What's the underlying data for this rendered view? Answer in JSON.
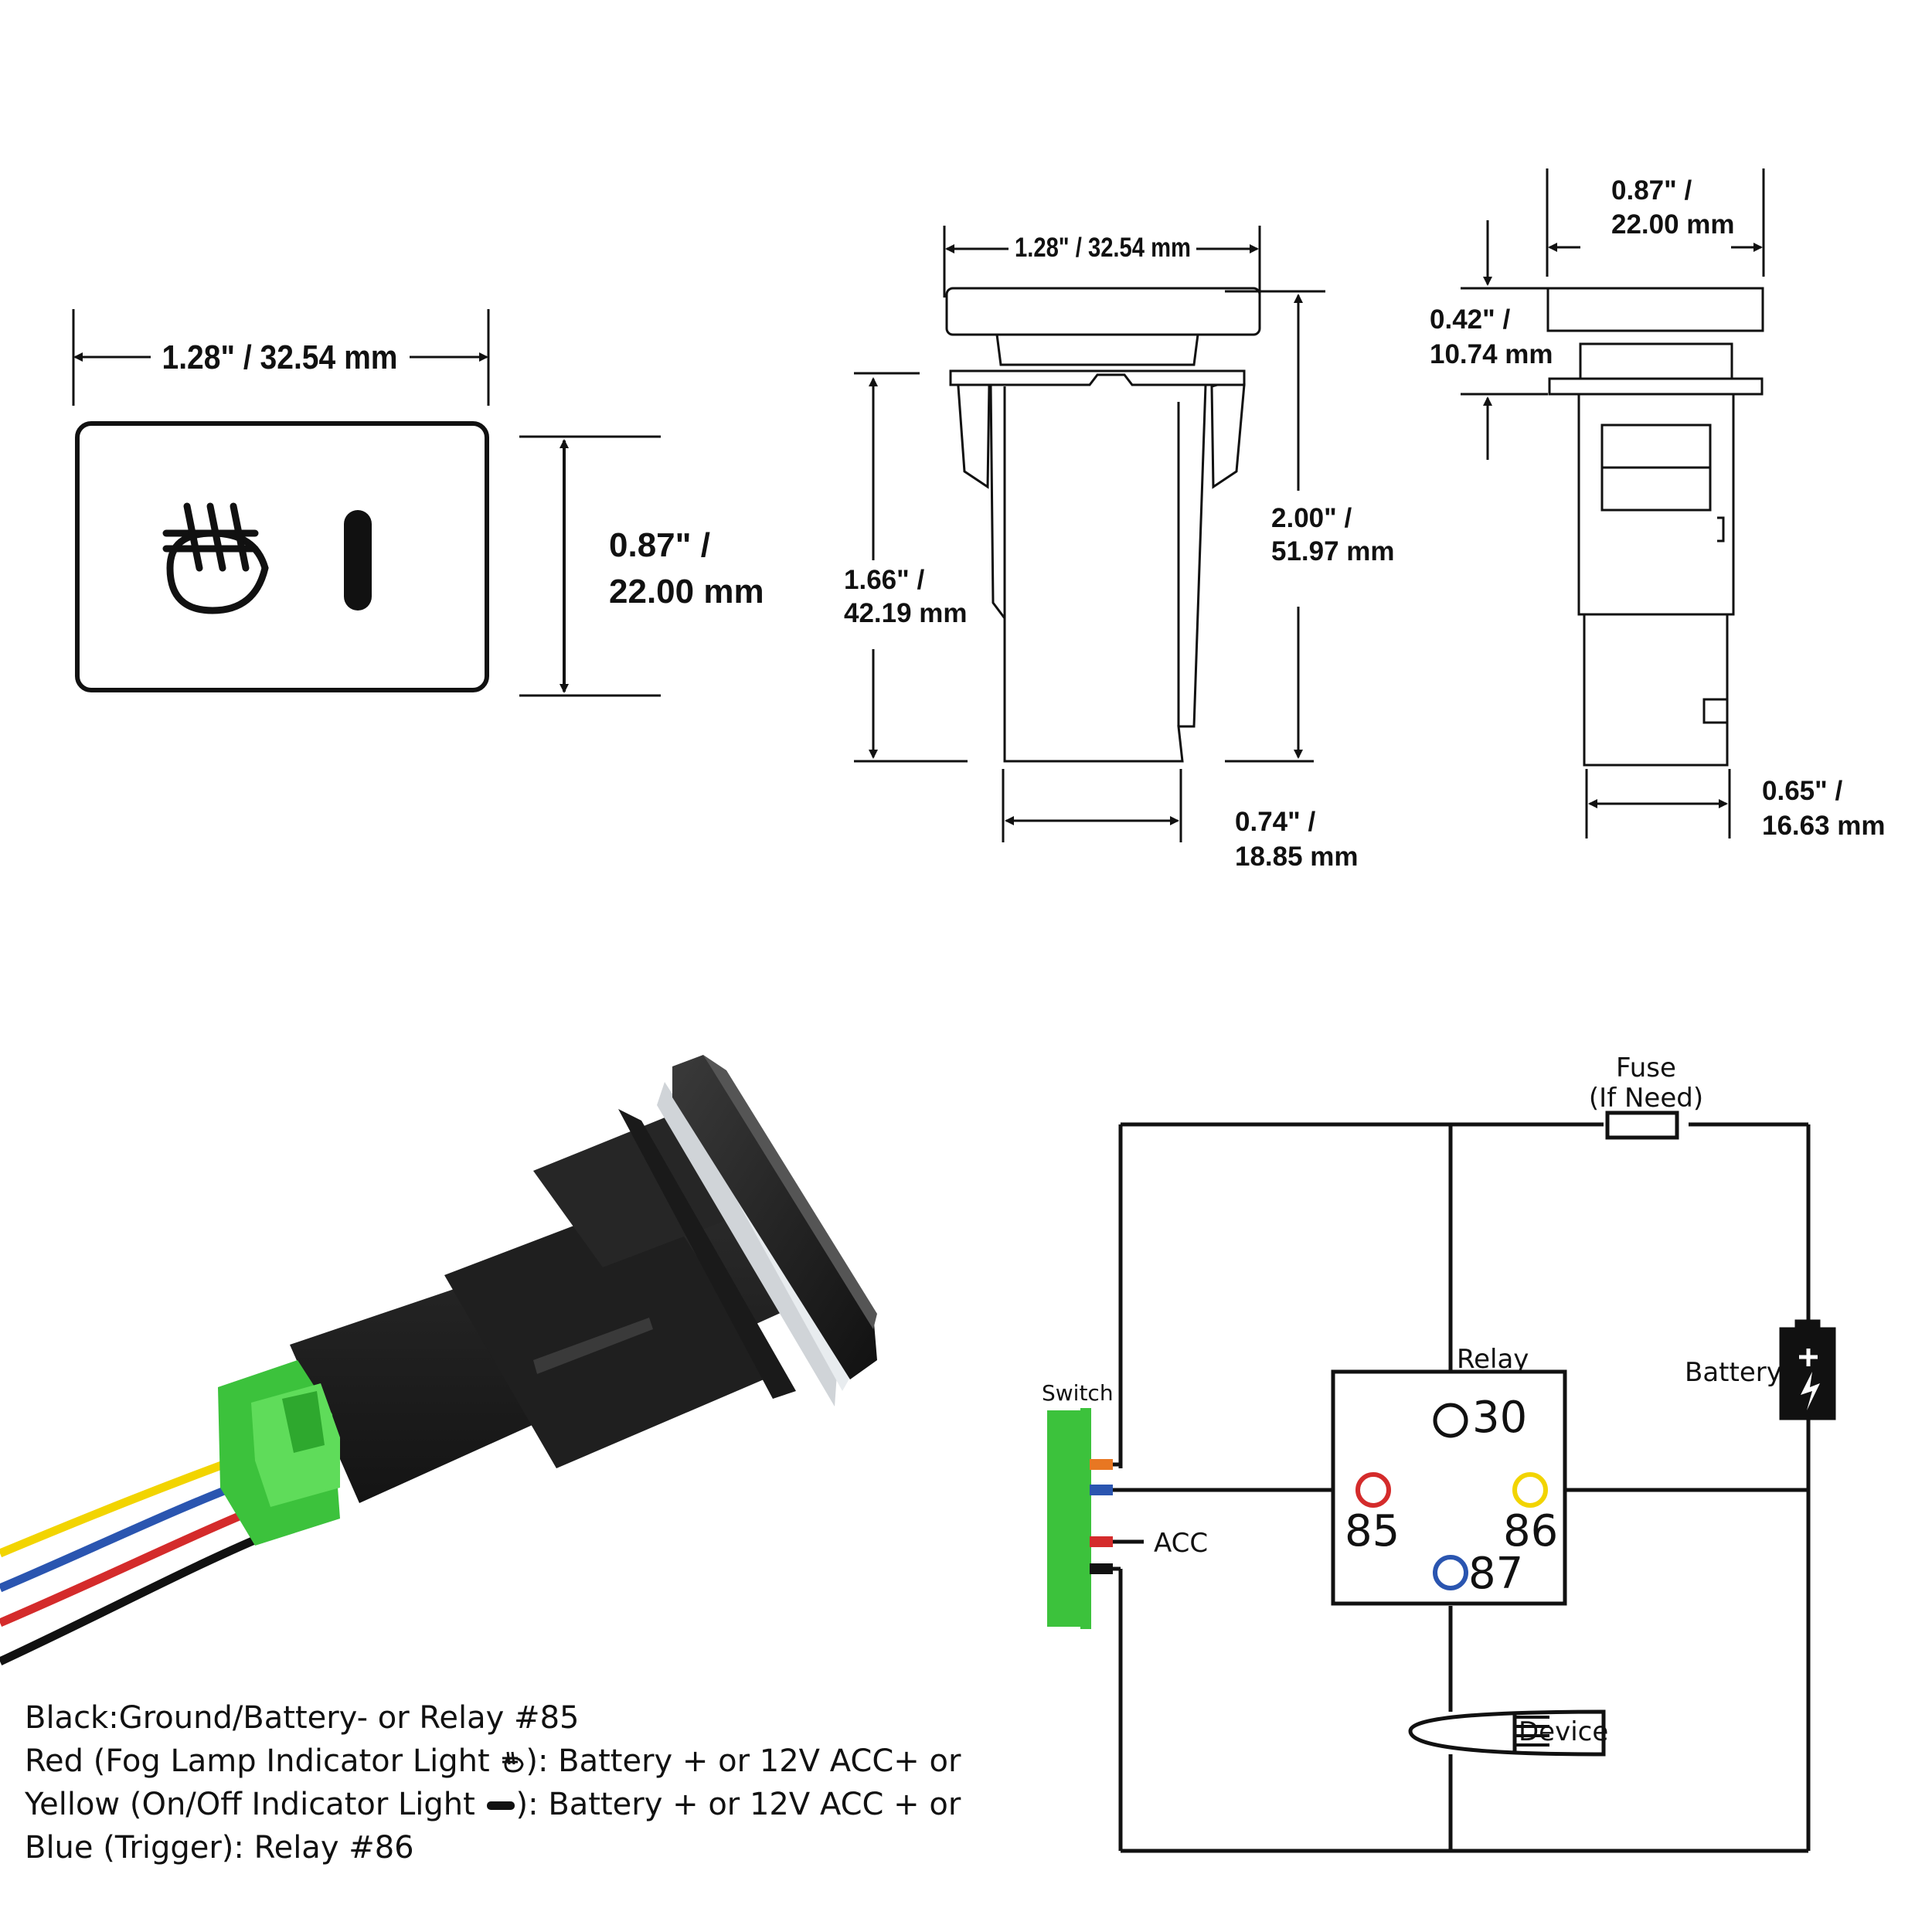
{
  "front_view": {
    "width_label": "1.28\" / 32.54 mm",
    "height_label_1": "0.87\" /",
    "height_label_2": "22.00 mm",
    "icon_fog": "fog-lamp-icon",
    "icon_on": "on-indicator-icon"
  },
  "side_view": {
    "top_width_label": "1.28\" / 32.54 mm",
    "left_height_1": "1.66\" /",
    "left_height_2": "42.19 mm",
    "right_height_1": "2.00\" /",
    "right_height_2": "51.97 mm",
    "bottom_width_1": "0.74\" /",
    "bottom_width_2": "18.85 mm"
  },
  "profile_view": {
    "top_width_1": "0.87\" /",
    "top_width_2": "22.00 mm",
    "cap_height_1": "0.42\" /",
    "cap_height_2": "10.74 mm",
    "bottom_width_1": "0.65\" /",
    "bottom_width_2": "16.63 mm"
  },
  "circuit": {
    "fuse_1": "Fuse",
    "fuse_2": "(If Need)",
    "relay": "Relay",
    "battery": "Battery",
    "switch": "Switch",
    "acc": "ACC",
    "device": "Device",
    "pin_30": "30",
    "pin_85": "85",
    "pin_86": "86",
    "pin_87": "87",
    "colors": {
      "red": "#d42b2b",
      "yellow": "#f2d400",
      "blue": "#2a55b0",
      "orange": "#e87722",
      "green": "#3cc23c"
    }
  },
  "legend": {
    "line1": "Black:Ground/Battery- or Relay #85",
    "line2a": "Red (Fog Lamp Indicator Light ",
    "line2b": "): Battery + or 12V ACC+ or",
    "line3a": "Yellow (On/Off Indicator Light ",
    "line3b": "): Battery + or 12V ACC + or",
    "line4": "Blue (Trigger): Relay #86"
  }
}
